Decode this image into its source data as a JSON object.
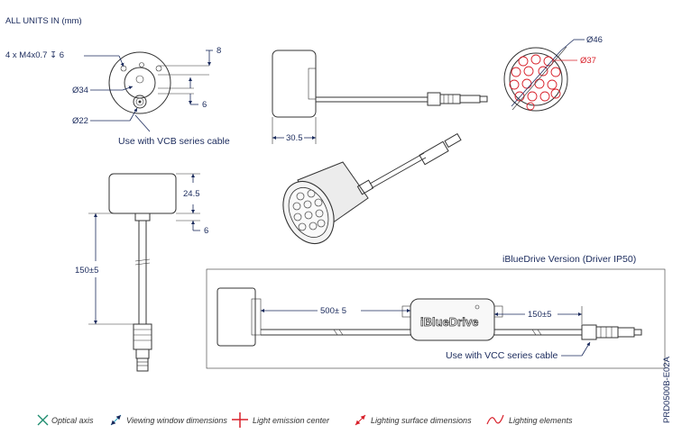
{
  "header": {
    "units_note": "ALL UNITS IN (mm)"
  },
  "front_view": {
    "thread_label": "4 x M4x0.7 ↧ 6",
    "dia_34": "Ø34",
    "dia_22": "Ø22",
    "dim_8": "8",
    "dim_6": "6",
    "cable_note": "Use with VCB series cable"
  },
  "side_view": {
    "dim_30_5": "30.5"
  },
  "lens_view": {
    "dia_46": "Ø46",
    "dia_37": "Ø37"
  },
  "lower_view": {
    "dim_24_5": "24.5",
    "dim_6": "6",
    "dim_150": "150±5"
  },
  "driver_box": {
    "title": "iBlueDrive Version (Driver IP50)",
    "dim_500": "500± 5",
    "driver_label": "iBlueDrive",
    "dim_150": "150±5",
    "cable_note": "Use with VCC series cable"
  },
  "doc_code": "PRD0500B-E02A",
  "legend": [
    {
      "icon": "optical-axis-icon",
      "label": "Optical axis",
      "color": "#1e8c6e"
    },
    {
      "icon": "viewing-window-icon",
      "label": "Viewing window dimensions",
      "color": "#2aa8c8"
    },
    {
      "icon": "emission-center-icon",
      "label": "Light emission center",
      "color": "#d8202a"
    },
    {
      "icon": "lighting-surface-icon",
      "label": "Lighting surface dimensions",
      "color": "#d8202a"
    },
    {
      "icon": "lighting-elements-icon",
      "label": "Lighting elements",
      "color": "#d8202a"
    }
  ],
  "colors": {
    "dimension": "#1a2a5c",
    "accent_red": "#d8202a",
    "line": "#333333"
  }
}
